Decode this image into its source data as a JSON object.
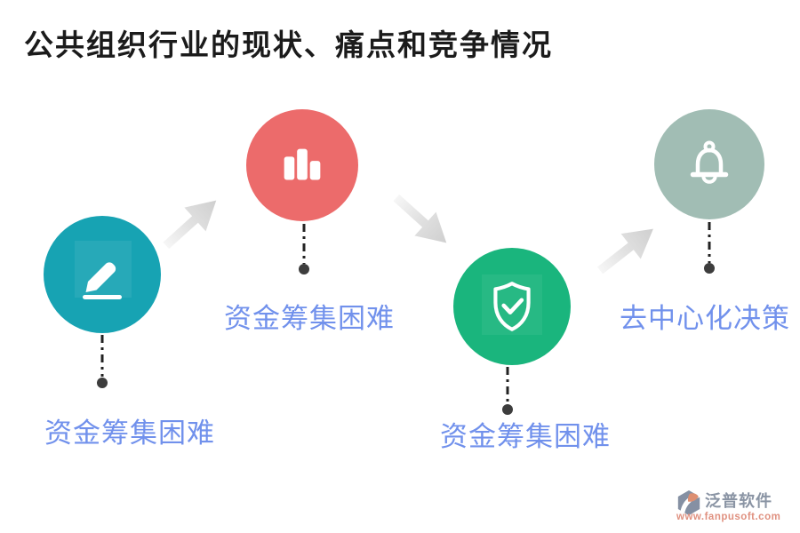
{
  "title": "公共组织行业的现状、痛点和竞争情况",
  "nodes": [
    {
      "label": "资金筹集困难",
      "icon": "pencil-edit-icon",
      "color": "#17a3b3"
    },
    {
      "label": "资金筹集困难",
      "icon": "bar-chart-icon",
      "color": "#ec6b6b"
    },
    {
      "label": "资金筹集困难",
      "icon": "shield-check-icon",
      "color": "#1ab57d"
    },
    {
      "label": "去中心化决策",
      "icon": "bell-icon",
      "color": "#a1bdb4"
    }
  ],
  "watermark": {
    "brand": "泛普软件",
    "url": "www.fanpusoft.com"
  },
  "colors": {
    "title_text": "#1b1b1b",
    "label_text": "#7191ec",
    "arrow_gray": "#d2d2d2",
    "connector": "#222222",
    "dot": "#3d3d3d",
    "icon_white": "#ffffff",
    "brand_text": "#8a94a4",
    "url_text": "#e09180",
    "logo_gray": "#8590a3",
    "logo_salmon": "#dd8f72"
  }
}
